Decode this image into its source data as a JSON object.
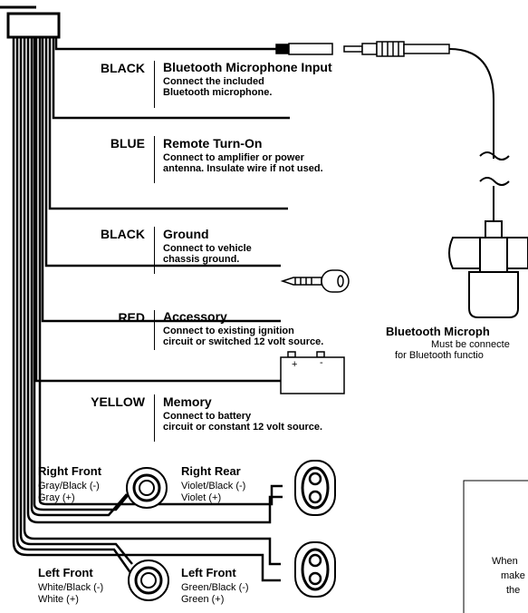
{
  "wires": [
    {
      "color": "BLACK",
      "title": "Bluetooth Microphone Input",
      "desc1": "Connect the included",
      "desc2": "Bluetooth microphone."
    },
    {
      "color": "BLUE",
      "title": "Remote Turn-On",
      "desc1": "Connect to amplifier or power",
      "desc2": "antenna. Insulate wire if not used."
    },
    {
      "color": "BLACK",
      "title": "Ground",
      "desc1": "Connect to vehicle",
      "desc2": "chassis ground."
    },
    {
      "color": "RED",
      "title": "Accessory",
      "desc1": "Connect to existing ignition",
      "desc2": "circuit or switched 12 volt source."
    },
    {
      "color": "YELLOW",
      "title": "Memory",
      "desc1": "Connect to battery",
      "desc2": "circuit or constant 12 volt source."
    }
  ],
  "battery": {
    "plus": "+",
    "minus": "-"
  },
  "speakers": {
    "right_front": {
      "title": "Right Front",
      "neg": "Gray/Black (-)",
      "pos": "Gray (+)"
    },
    "right_rear": {
      "title": "Right Rear",
      "neg": "Violet/Black (-)",
      "pos": "Violet (+)"
    },
    "left_front_a": {
      "title": "Left Front",
      "neg": "White/Black (-)",
      "pos": "White (+)"
    },
    "left_front_b": {
      "title": "Left Front",
      "neg": "Green/Black (-)",
      "pos": "Green (+)"
    }
  },
  "bluetooth": {
    "title": "Bluetooth Microph",
    "line1": "Must be connecte",
    "line2": "for Bluetooth functio"
  },
  "note": {
    "line1": "When",
    "line2": "make",
    "line3": "the"
  }
}
